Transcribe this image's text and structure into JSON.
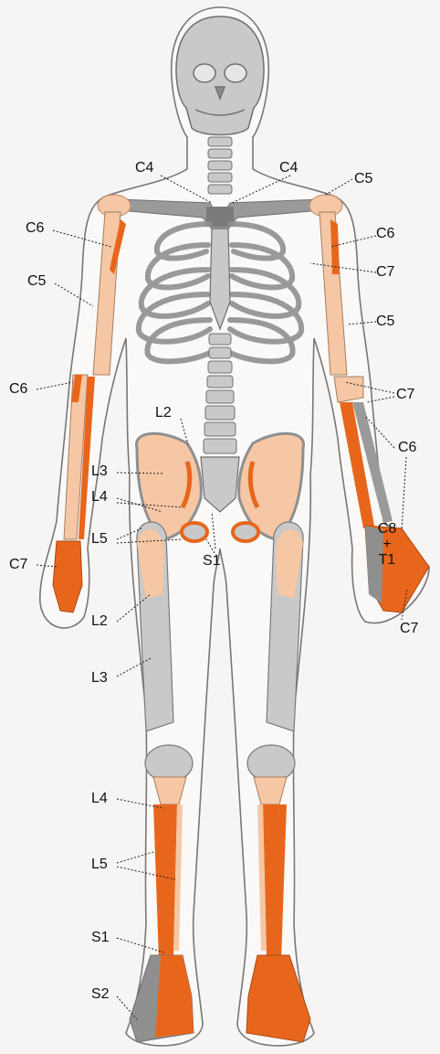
{
  "colors": {
    "background": "#f6f5f3",
    "bone_gray": "#c9c9c9",
    "bone_dark": "#8f8f8f",
    "peach": "#f5c7a4",
    "orange": "#e8661c",
    "outline": "#6f6f6f"
  },
  "labels": {
    "c4_left": "C4",
    "c4_right": "C4",
    "c5_shoulder_right": "C5",
    "c6_upper_left": "C6",
    "c6_upper_right": "C6",
    "c7_upper_right": "C7",
    "c5_arm_left": "C5",
    "c5_arm_right": "C5",
    "c6_forearm_left": "C6",
    "c7_forearm_right": "C7",
    "c6_forearm_right": "C6",
    "c7_hand_left": "C7",
    "c7_hand_right": "C7",
    "c8": "C8",
    "plus": "+",
    "t1": "T1",
    "l2_pelvis": "L2",
    "l3_pelvis": "L3",
    "l4_pelvis": "L4",
    "l5_pelvis": "L5",
    "s1_pelvis": "S1",
    "l2_thigh": "L2",
    "l3_thigh": "L3",
    "l4_leg": "L4",
    "l5_leg": "L5",
    "s1_ankle": "S1",
    "s2_foot": "S2"
  }
}
